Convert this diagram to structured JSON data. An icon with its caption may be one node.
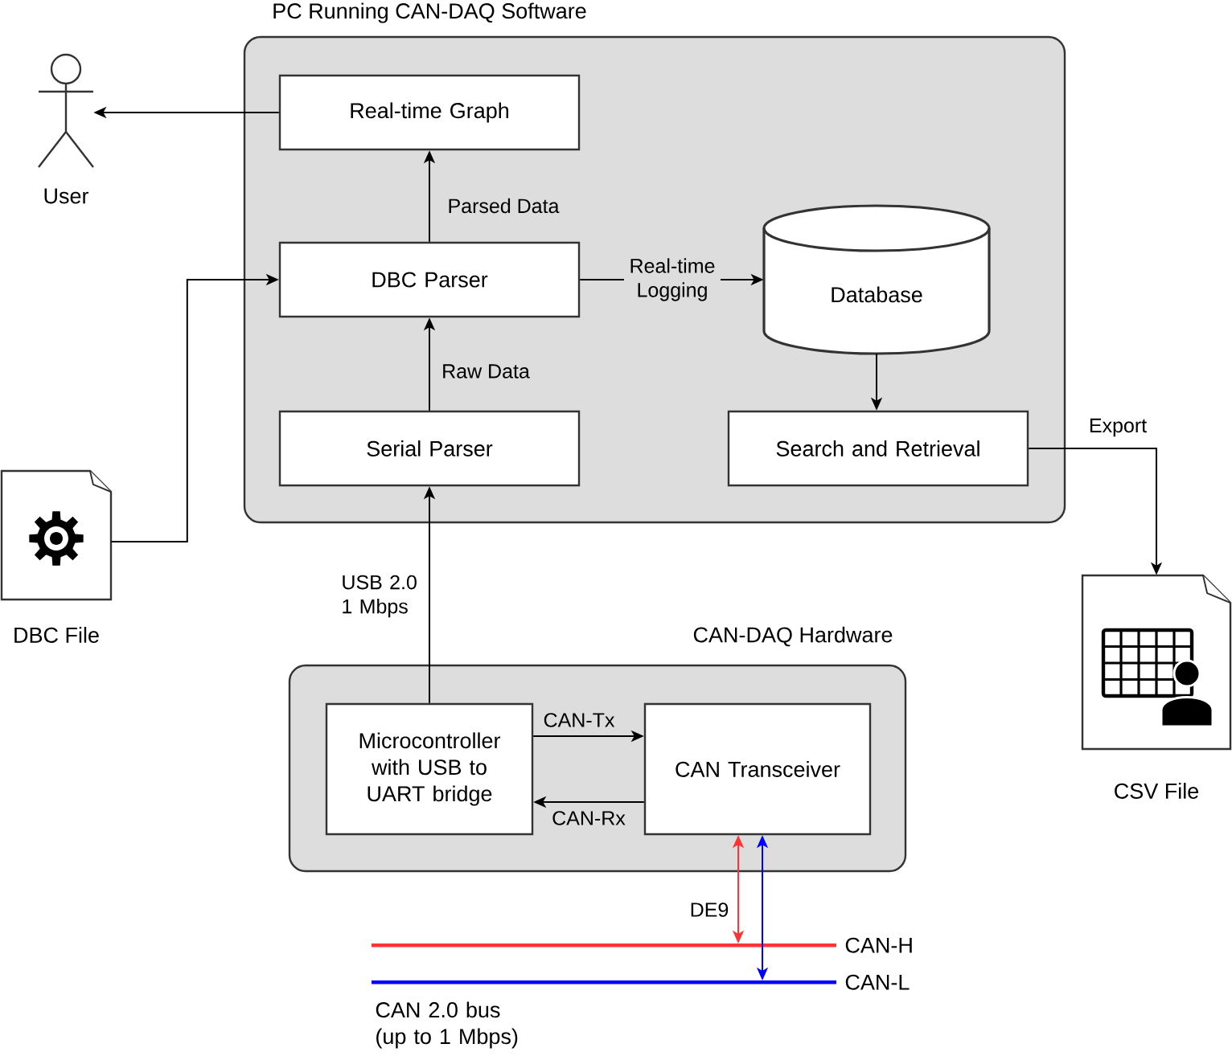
{
  "diagram": {
    "nodes": [
      {
        "text": [
          "PC Running CAN-DAQ Software"
        ]
      },
      {
        "text": [
          "Real-time Graph"
        ],
        "in": 0
      },
      {
        "text": [
          "User"
        ]
      },
      {
        "text": [
          "DBC Parser"
        ],
        "in": 0
      },
      {
        "text": [
          "Database"
        ],
        "in": 0
      },
      {
        "text": [
          "Serial Parser"
        ],
        "in": 0
      },
      {
        "text": [
          "Search and Retrieval"
        ],
        "in": 0
      },
      {
        "text": [
          "DBC File"
        ]
      },
      {
        "text": [
          "CSV File"
        ]
      },
      {
        "text": [
          "CAN-DAQ Hardware"
        ]
      },
      {
        "text": [
          "Microcontroller with USB to UART bridge"
        ],
        "in": 9
      },
      {
        "text": [
          "CAN Transceiver"
        ],
        "in": 9
      },
      {
        "text": [],
        "shape": "line",
        "beside": [
          "CAN-H"
        ]
      },
      {
        "text": [],
        "shape": "line",
        "beside": [
          "CAN-L"
        ]
      }
    ],
    "edges": [
      {
        "from": 1,
        "to": 2,
        "arrow": "to"
      },
      {
        "from": 3,
        "to": 1,
        "arrow": "to",
        "label": "Parsed Data"
      },
      {
        "from": 5,
        "to": 3,
        "arrow": "to",
        "label": "Raw Data"
      },
      {
        "from": 3,
        "to": 4,
        "arrow": "to",
        "label": "Real-time Logging"
      },
      {
        "from": 4,
        "to": 6,
        "arrow": "to"
      },
      {
        "from": 6,
        "to": 8,
        "arrow": "to",
        "label": "Export"
      },
      {
        "from": 7,
        "to": 3,
        "arrow": "to"
      },
      {
        "from": 10,
        "to": 5,
        "arrow": "to",
        "label": "USB 2.0 1 Mbps"
      },
      {
        "from": 10,
        "to": 11,
        "arrow": "to",
        "label": "CAN-Tx"
      },
      {
        "from": 11,
        "to": 10,
        "arrow": "to",
        "label": "CAN-Rx"
      },
      {
        "from": 11,
        "to": 12,
        "arrow": "both",
        "color": "#ff3333",
        "label": "DE9"
      },
      {
        "from": 11,
        "to": 13,
        "arrow": "both",
        "color": "#0000ff"
      }
    ],
    "labels": [
      "CAN 2.0 bus (up to 1 Mbps)"
    ]
  }
}
